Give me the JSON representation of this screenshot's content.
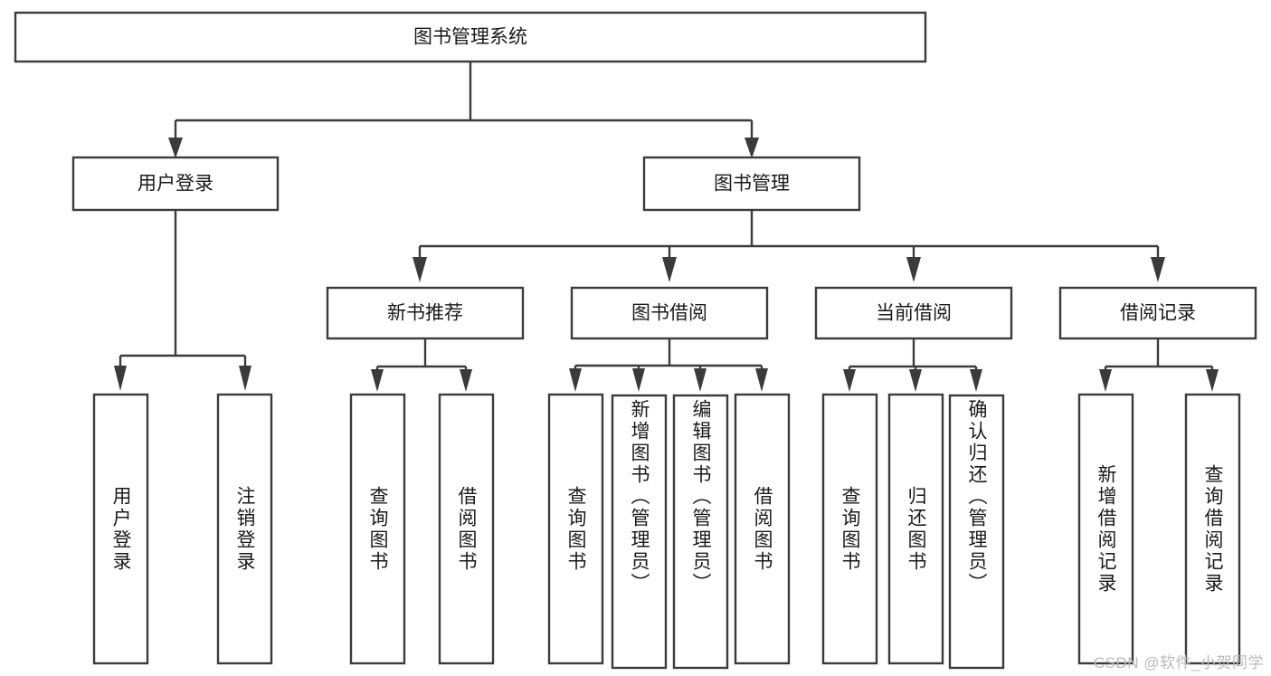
{
  "diagram": {
    "title": "图书管理系统",
    "type": "tree-hierarchy",
    "orientation": "top-down",
    "colors": {
      "stroke": "#3b3b3b",
      "fill": "#ffffff",
      "text": "#1a1a1a",
      "watermark": "#b9b9b9"
    },
    "root": {
      "id": "root",
      "label": "图书管理系统"
    },
    "level2": [
      {
        "id": "user-login",
        "label": "用户登录"
      },
      {
        "id": "book-manage",
        "label": "图书管理"
      }
    ],
    "level3": [
      {
        "id": "new-book-rec",
        "label": "新书推荐",
        "parent": "book-manage"
      },
      {
        "id": "book-borrow",
        "label": "图书借阅",
        "parent": "book-manage"
      },
      {
        "id": "current-borrow",
        "label": "当前借阅",
        "parent": "book-manage"
      },
      {
        "id": "borrow-record",
        "label": "借阅记录",
        "parent": "book-manage"
      }
    ],
    "leaves": [
      {
        "id": "leaf-user-login",
        "label": "用户登录",
        "parent": "user-login"
      },
      {
        "id": "leaf-logout",
        "label": "注销登录",
        "parent": "user-login"
      },
      {
        "id": "leaf-query-book-1",
        "label": "查询图书",
        "parent": "new-book-rec"
      },
      {
        "id": "leaf-borrow-book-1",
        "label": "借阅图书",
        "parent": "new-book-rec"
      },
      {
        "id": "leaf-query-book-2",
        "label": "查询图书",
        "parent": "book-borrow"
      },
      {
        "id": "leaf-add-book",
        "label": "新增图书（管理员）",
        "parent": "book-borrow"
      },
      {
        "id": "leaf-edit-book",
        "label": "编辑图书（管理员）",
        "parent": "book-borrow"
      },
      {
        "id": "leaf-borrow-book-2",
        "label": "借阅图书",
        "parent": "book-borrow"
      },
      {
        "id": "leaf-query-book-3",
        "label": "查询图书",
        "parent": "current-borrow"
      },
      {
        "id": "leaf-return-book",
        "label": "归还图书",
        "parent": "current-borrow"
      },
      {
        "id": "leaf-confirm-return",
        "label": "确认归还（管理员）",
        "parent": "current-borrow"
      },
      {
        "id": "leaf-add-record",
        "label": "新增借阅记录",
        "parent": "borrow-record"
      },
      {
        "id": "leaf-query-record",
        "label": "查询借阅记录",
        "parent": "borrow-record"
      }
    ],
    "watermark": "CSDN @软件_小贺同学"
  }
}
